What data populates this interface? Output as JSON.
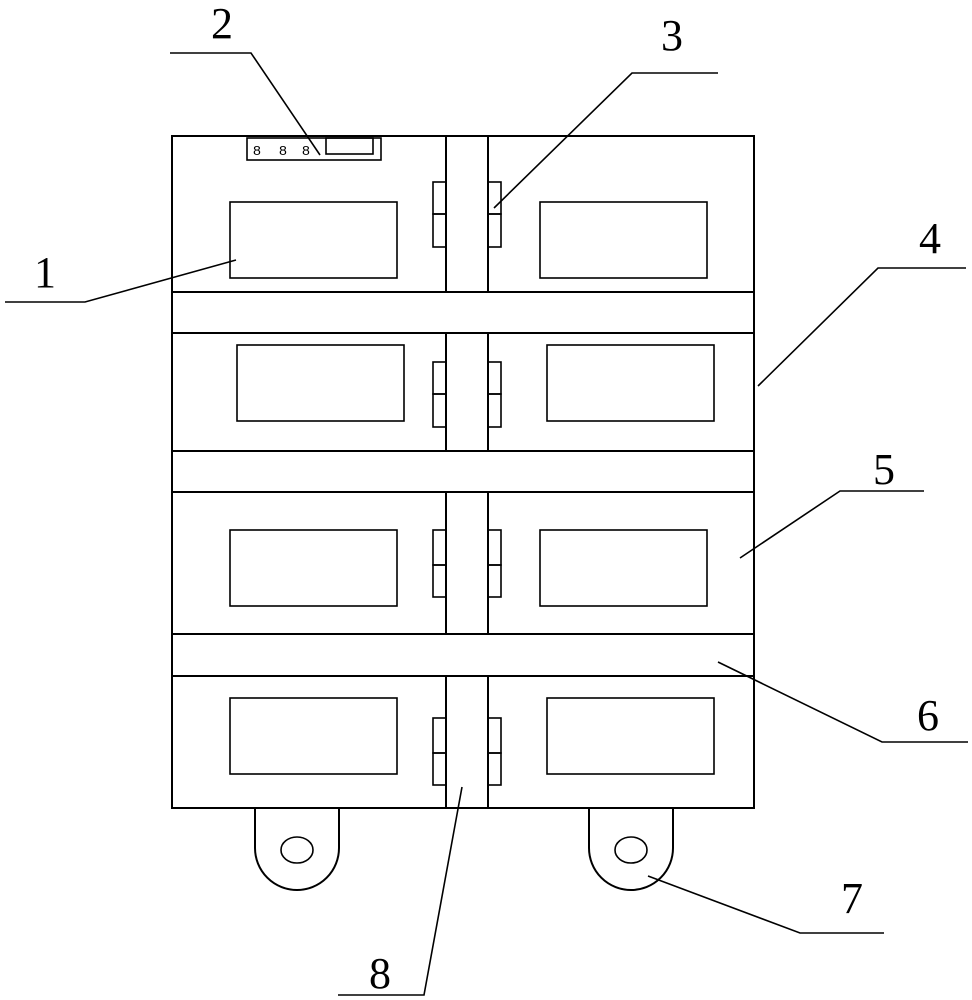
{
  "figure": {
    "display_digits": [
      "8",
      "8",
      "8"
    ],
    "labels": [
      {
        "id": "1",
        "text": "1"
      },
      {
        "id": "2",
        "text": "2"
      },
      {
        "id": "3",
        "text": "3"
      },
      {
        "id": "4",
        "text": "4"
      },
      {
        "id": "5",
        "text": "5"
      },
      {
        "id": "6",
        "text": "6"
      },
      {
        "id": "7",
        "text": "7"
      },
      {
        "id": "8",
        "text": "8"
      }
    ]
  }
}
